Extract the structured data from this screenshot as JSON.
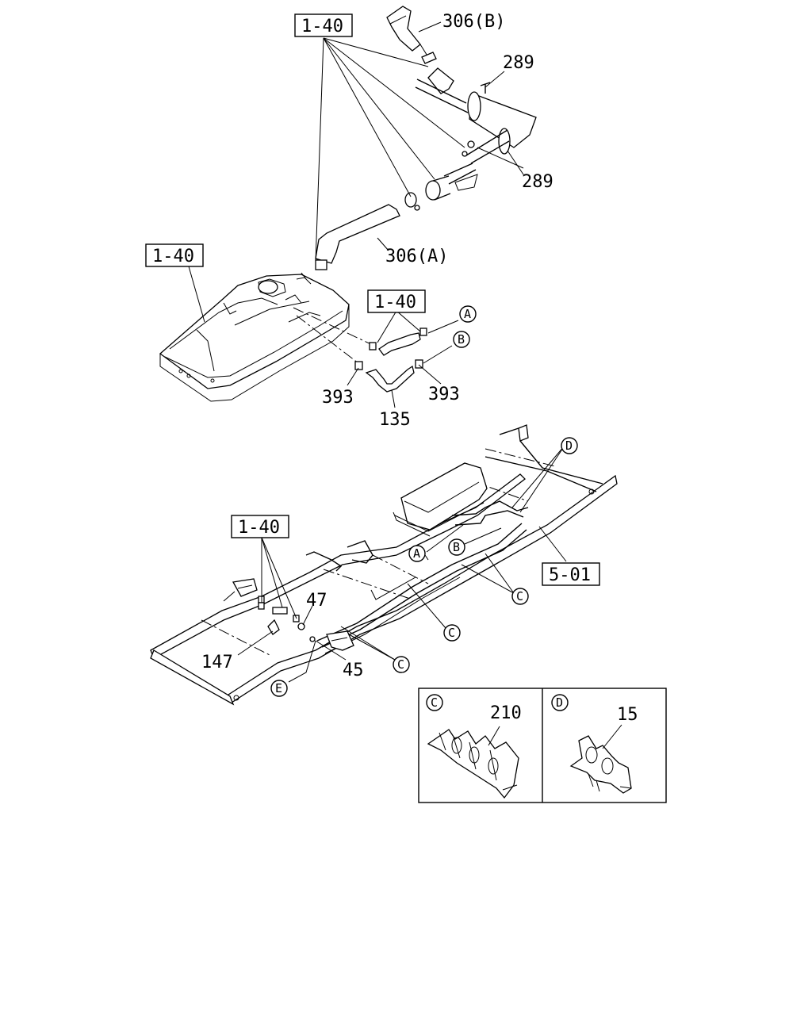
{
  "diagram": {
    "ref_1_40": "1-40",
    "ref_5_01": "5-01",
    "part_306B": "306(B)",
    "part_306A": "306(A)",
    "part_289": "289",
    "part_393": "393",
    "part_135": "135",
    "part_47": "47",
    "part_147": "147",
    "part_45": "45",
    "part_210": "210",
    "part_15": "15",
    "callout_A": "A",
    "callout_B": "B",
    "callout_C": "C",
    "callout_D": "D",
    "callout_E": "E"
  }
}
